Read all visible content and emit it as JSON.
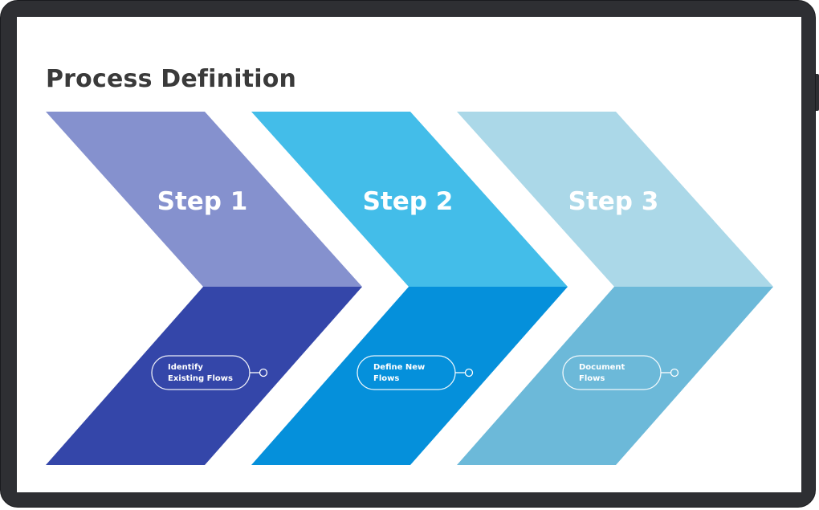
{
  "page": {
    "title": "Process Definition"
  },
  "steps": [
    {
      "label": "Step 1",
      "sub_lines": [
        "Identify",
        "Existing Flows"
      ],
      "top_color": "#8591ce",
      "bottom_color": "#3446a9"
    },
    {
      "label": "Step 2",
      "sub_lines": [
        "Define New",
        "Flows"
      ],
      "top_color": "#43bde9",
      "bottom_color": "#0590db"
    },
    {
      "label": "Step 3",
      "sub_lines": [
        "Document",
        "Flows"
      ],
      "top_color": "#abd8e8",
      "bottom_color": "#6cb9d9"
    }
  ],
  "colors": {
    "frame": "#2e2f33",
    "title_text": "#3a3a3a",
    "screen_background": "#ffffff"
  },
  "icons": {
    "pill_connector": "connector-dot-icon"
  }
}
